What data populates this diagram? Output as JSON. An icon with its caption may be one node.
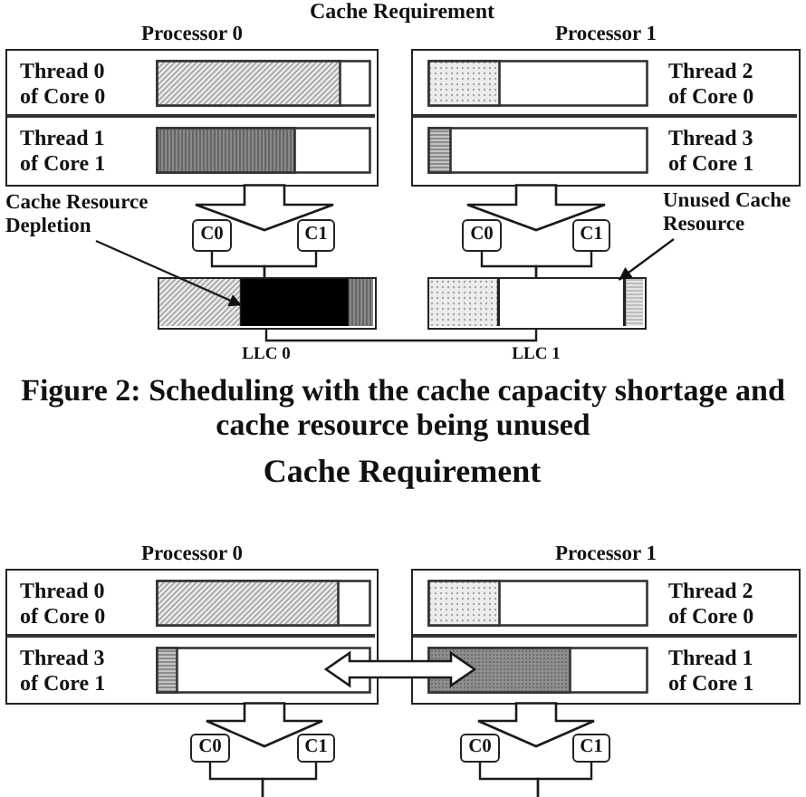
{
  "diagram": {
    "caption": "Figure 2: Scheduling with the cache capacity shortage and cache resource being unused",
    "nodes": [
      {
        "text": [
          "Processor 0"
        ]
      },
      {
        "text": [
          "Thread 0 of Core 0"
        ],
        "in": 0
      },
      {
        "text": [
          "Thread 1 of Core 1"
        ],
        "in": 0
      },
      {
        "text": [
          "Processor 1"
        ]
      },
      {
        "text": [
          "Thread 2 of Core 0"
        ],
        "in": 3
      },
      {
        "text": [
          "Thread 3 of Core 1"
        ],
        "in": 3
      },
      {
        "text": [
          "Cache Resource Depletion"
        ]
      },
      {
        "text": [
          "C0"
        ]
      },
      {
        "text": [
          "C1"
        ]
      },
      {
        "text": [
          "C0"
        ]
      },
      {
        "text": [
          "C1"
        ]
      },
      {
        "text": [
          "Unused Cache Resource"
        ]
      },
      {
        "text": [],
        "shape": "bar",
        "beside": [
          "LLC 0"
        ]
      },
      {
        "text": [],
        "shape": "box",
        "in": 12
      },
      {
        "text": [],
        "shape": "bar",
        "beside": [
          "LLC 1"
        ]
      },
      {
        "text": [],
        "shape": "box",
        "in": 14
      },
      {
        "text": [
          "Processor 0"
        ]
      },
      {
        "text": [
          "Thread 0 of Core 0"
        ],
        "in": 16
      },
      {
        "text": [
          "Thread 3 of Core 1"
        ],
        "in": 16
      },
      {
        "text": [
          "Processor 1"
        ]
      },
      {
        "text": [
          "Thread 2 of Core 0"
        ],
        "in": 19
      },
      {
        "text": [
          "Thread 1 of Core 1"
        ],
        "in": 19
      },
      {
        "text": [
          "C0"
        ]
      },
      {
        "text": [
          "C1"
        ]
      },
      {
        "text": [
          "C0"
        ]
      },
      {
        "text": [
          "C1"
        ]
      }
    ],
    "edges": [
      {
        "from": 0,
        "to": null,
        "arrow": "to",
        "style": "thick"
      },
      {
        "from": 3,
        "to": null,
        "arrow": "to",
        "style": "thick"
      },
      {
        "from": 6,
        "to": 13,
        "arrow": "to"
      },
      {
        "from": 11,
        "to": 15,
        "arrow": "to"
      },
      {
        "from": 7,
        "to": 12,
        "arrow": "none"
      },
      {
        "from": 8,
        "to": 12,
        "arrow": "none"
      },
      {
        "from": 9,
        "to": 14,
        "arrow": "none"
      },
      {
        "from": 10,
        "to": 14,
        "arrow": "none"
      },
      {
        "from": 12,
        "to": 14,
        "arrow": "none"
      },
      {
        "from": 16,
        "to": null,
        "arrow": "to",
        "style": "thick"
      },
      {
        "from": 19,
        "to": null,
        "arrow": "to",
        "style": "thick"
      },
      {
        "from": 18,
        "to": 21,
        "arrow": "both",
        "style": "thick"
      },
      {
        "from": 22,
        "to": null,
        "arrow": "none"
      },
      {
        "from": 23,
        "to": null,
        "arrow": "none"
      },
      {
        "from": 24,
        "to": null,
        "arrow": "none"
      },
      {
        "from": 25,
        "to": null,
        "arrow": "none"
      }
    ],
    "labels": [
      "Cache Requirement",
      "Cache Requirement"
    ]
  }
}
